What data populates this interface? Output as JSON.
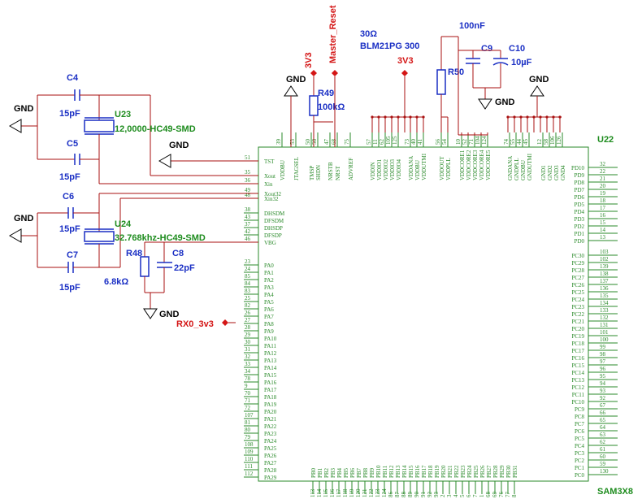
{
  "chip": {
    "ref": "U22",
    "part": "SAM3X8",
    "left_pins": [
      {
        "name": "TST",
        "num": "51"
      },
      {
        "name": "Xout",
        "num": "35"
      },
      {
        "name": "Xin",
        "num": "36"
      },
      {
        "name": "Xout32",
        "num": "49"
      },
      {
        "name": "Xin32",
        "num": "48"
      },
      {
        "name": "DHSDM",
        "num": "38"
      },
      {
        "name": "DFSDM",
        "num": "43"
      },
      {
        "name": "DHSDP",
        "num": "37"
      },
      {
        "name": "DFSDP",
        "num": "42"
      },
      {
        "name": "VBG",
        "num": "46"
      },
      {
        "name": "PA0",
        "num": "23"
      },
      {
        "name": "PA1",
        "num": "24"
      },
      {
        "name": "PA2",
        "num": "85"
      },
      {
        "name": "PA3",
        "num": "84"
      },
      {
        "name": "PA4",
        "num": "83"
      },
      {
        "name": "PA5",
        "num": "25"
      },
      {
        "name": "PA6",
        "num": "82"
      },
      {
        "name": "PA7",
        "num": "26"
      },
      {
        "name": "PA8",
        "num": "27"
      },
      {
        "name": "PA9",
        "num": "28"
      },
      {
        "name": "PA10",
        "num": "29"
      },
      {
        "name": "PA11",
        "num": "30"
      },
      {
        "name": "PA12",
        "num": "31"
      },
      {
        "name": "PA13",
        "num": "32"
      },
      {
        "name": "PA14",
        "num": "33"
      },
      {
        "name": "PA15",
        "num": "34"
      },
      {
        "name": "PA16",
        "num": "78"
      },
      {
        "name": "PA17",
        "num": "9"
      },
      {
        "name": "PA18",
        "num": "70"
      },
      {
        "name": "PA19",
        "num": "71"
      },
      {
        "name": "PA20",
        "num": "72"
      },
      {
        "name": "PA21",
        "num": "107"
      },
      {
        "name": "PA22",
        "num": "81"
      },
      {
        "name": "PA23",
        "num": "80"
      },
      {
        "name": "PA24",
        "num": "79"
      },
      {
        "name": "PA25",
        "num": "108"
      },
      {
        "name": "PA26",
        "num": "109"
      },
      {
        "name": "PA27",
        "num": "110"
      },
      {
        "name": "PA28",
        "num": "111"
      },
      {
        "name": "PA29",
        "num": "112"
      }
    ],
    "right_pins": [
      {
        "name": "PD10",
        "num": "32"
      },
      {
        "name": "PD9",
        "num": "22"
      },
      {
        "name": "PD8",
        "num": "21"
      },
      {
        "name": "PD7",
        "num": "20"
      },
      {
        "name": "PD6",
        "num": "19"
      },
      {
        "name": "PD5",
        "num": "18"
      },
      {
        "name": "PD4",
        "num": "17"
      },
      {
        "name": "PD3",
        "num": "16"
      },
      {
        "name": "PD2",
        "num": "15"
      },
      {
        "name": "PD1",
        "num": "14"
      },
      {
        "name": "PD0",
        "num": "13"
      },
      {
        "name": "PC30",
        "num": "103"
      },
      {
        "name": "PC29",
        "num": "102"
      },
      {
        "name": "PC28",
        "num": "139"
      },
      {
        "name": "PC27",
        "num": "138"
      },
      {
        "name": "PC26",
        "num": "137"
      },
      {
        "name": "PC25",
        "num": "136"
      },
      {
        "name": "PC24",
        "num": "135"
      },
      {
        "name": "PC23",
        "num": "134"
      },
      {
        "name": "PC22",
        "num": "133"
      },
      {
        "name": "PC21",
        "num": "132"
      },
      {
        "name": "PC20",
        "num": "131"
      },
      {
        "name": "PC19",
        "num": "101"
      },
      {
        "name": "PC18",
        "num": "100"
      },
      {
        "name": "PC17",
        "num": "99"
      },
      {
        "name": "PC16",
        "num": "98"
      },
      {
        "name": "PC15",
        "num": "97"
      },
      {
        "name": "PC14",
        "num": "96"
      },
      {
        "name": "PC13",
        "num": "95"
      },
      {
        "name": "PC12",
        "num": "94"
      },
      {
        "name": "PC11",
        "num": "93"
      },
      {
        "name": "PC10",
        "num": "92"
      },
      {
        "name": "PC9",
        "num": "67"
      },
      {
        "name": "PC8",
        "num": "66"
      },
      {
        "name": "PC7",
        "num": "65"
      },
      {
        "name": "PC6",
        "num": "64"
      },
      {
        "name": "PC5",
        "num": "63"
      },
      {
        "name": "PC4",
        "num": "62"
      },
      {
        "name": "PC3",
        "num": "61"
      },
      {
        "name": "PC2",
        "num": "60"
      },
      {
        "name": "PC1",
        "num": "59"
      },
      {
        "name": "PC0",
        "num": "130"
      }
    ],
    "top_pins": [
      {
        "name": "VDDBU",
        "num": "39"
      },
      {
        "name": "JTAGSEL",
        "num": "53"
      },
      {
        "name": "TMSP",
        "num": "50"
      },
      {
        "name": "SHDN",
        "num": "58"
      },
      {
        "name": "NRSTB",
        "num": "47"
      },
      {
        "name": "NRST",
        "num": "68"
      },
      {
        "name": "ADVREF",
        "num": "75"
      },
      {
        "name": "VDDIN",
        "num": "57"
      },
      {
        "name": "VDDIO1",
        "num": "11"
      },
      {
        "name": "VDDIO2",
        "num": "62"
      },
      {
        "name": "VDDIO3",
        "num": "105"
      },
      {
        "name": "VDDIO4",
        "num": "125"
      },
      {
        "name": "VDDANA",
        "num": "73"
      },
      {
        "name": "VDDBU",
        "num": "40"
      },
      {
        "name": "VDDUTMI",
        "num": "41"
      },
      {
        "name": "VDDOUT",
        "num": "56"
      },
      {
        "name": "VDDPLL",
        "num": "54"
      },
      {
        "name": "VDDCORE1",
        "num": "10"
      },
      {
        "name": "VDDCORE2",
        "num": "52"
      },
      {
        "name": "VDDCORE3",
        "num": "71"
      },
      {
        "name": "VDDCORE4",
        "num": "104"
      },
      {
        "name": "VDDCORE5",
        "num": "124"
      },
      {
        "name": "GNDANA",
        "num": "74"
      },
      {
        "name": "GNDPLL",
        "num": "55"
      },
      {
        "name": "GNDBU",
        "num": "44"
      },
      {
        "name": "GNDUTMI",
        "num": "45"
      },
      {
        "name": "GND1",
        "num": "12"
      },
      {
        "name": "GND2",
        "num": "58"
      },
      {
        "name": "GND3",
        "num": "106"
      },
      {
        "name": "GND4",
        "num": "126"
      }
    ],
    "bottom_pins": [
      {
        "name": "PB0",
        "num": "113"
      },
      {
        "name": "PB1",
        "num": "114"
      },
      {
        "name": "PB2",
        "num": "115"
      },
      {
        "name": "PB3",
        "num": "116"
      },
      {
        "name": "PB4",
        "num": "117"
      },
      {
        "name": "PB5",
        "num": "118"
      },
      {
        "name": "PB6",
        "num": "119"
      },
      {
        "name": "PB7",
        "num": "120"
      },
      {
        "name": "PB8",
        "num": "121"
      },
      {
        "name": "PB9",
        "num": "122"
      },
      {
        "name": "PB10",
        "num": "123"
      },
      {
        "name": "PB11",
        "num": "124"
      },
      {
        "name": "PB12",
        "num": "86"
      },
      {
        "name": "PB13",
        "num": "87"
      },
      {
        "name": "PB14",
        "num": "88"
      },
      {
        "name": "PB15",
        "num": "89"
      },
      {
        "name": "PB16",
        "num": "90"
      },
      {
        "name": "PB17",
        "num": "91"
      },
      {
        "name": "PB18",
        "num": "92"
      },
      {
        "name": "PB19",
        "num": "93"
      },
      {
        "name": "PB20",
        "num": "2"
      },
      {
        "name": "PB21",
        "num": "3"
      },
      {
        "name": "PB22",
        "num": "4"
      },
      {
        "name": "PB23",
        "num": "5"
      },
      {
        "name": "PB24",
        "num": "6"
      },
      {
        "name": "PB25",
        "num": "7"
      },
      {
        "name": "PB26",
        "num": "1"
      },
      {
        "name": "PB27",
        "num": "68"
      },
      {
        "name": "PB28",
        "num": "69"
      },
      {
        "name": "PB29",
        "num": "76"
      },
      {
        "name": "PB30",
        "num": "77"
      },
      {
        "name": "PB31",
        "num": "8"
      }
    ]
  },
  "components": {
    "c4": {
      "ref": "C4",
      "value": "15pF"
    },
    "c5": {
      "ref": "C5",
      "value": "15pF"
    },
    "c6": {
      "ref": "C6",
      "value": "15pF"
    },
    "c7": {
      "ref": "C7",
      "value": "15pF"
    },
    "c8": {
      "ref": "C8",
      "value": "22pF"
    },
    "c9": {
      "ref": "C9",
      "value": "100nF"
    },
    "c10": {
      "ref": "C10",
      "value": "10µF"
    },
    "r48": {
      "ref": "R48",
      "value": "6.8kΩ"
    },
    "r49": {
      "ref": "R49",
      "value": "100kΩ"
    },
    "r50": {
      "ref": "R50",
      "value_a": "30Ω",
      "value_b": "BLM21PG 300"
    },
    "u23": {
      "ref": "U23",
      "value": "12,0000-HC49-SMD"
    },
    "u24": {
      "ref": "U24",
      "value": "32.768khz-HC49-SMD"
    }
  },
  "nets": {
    "gnd": "GND",
    "v3v3": "3V3",
    "master_reset": "Master_Reset",
    "rx0": "RX0_3v3"
  }
}
